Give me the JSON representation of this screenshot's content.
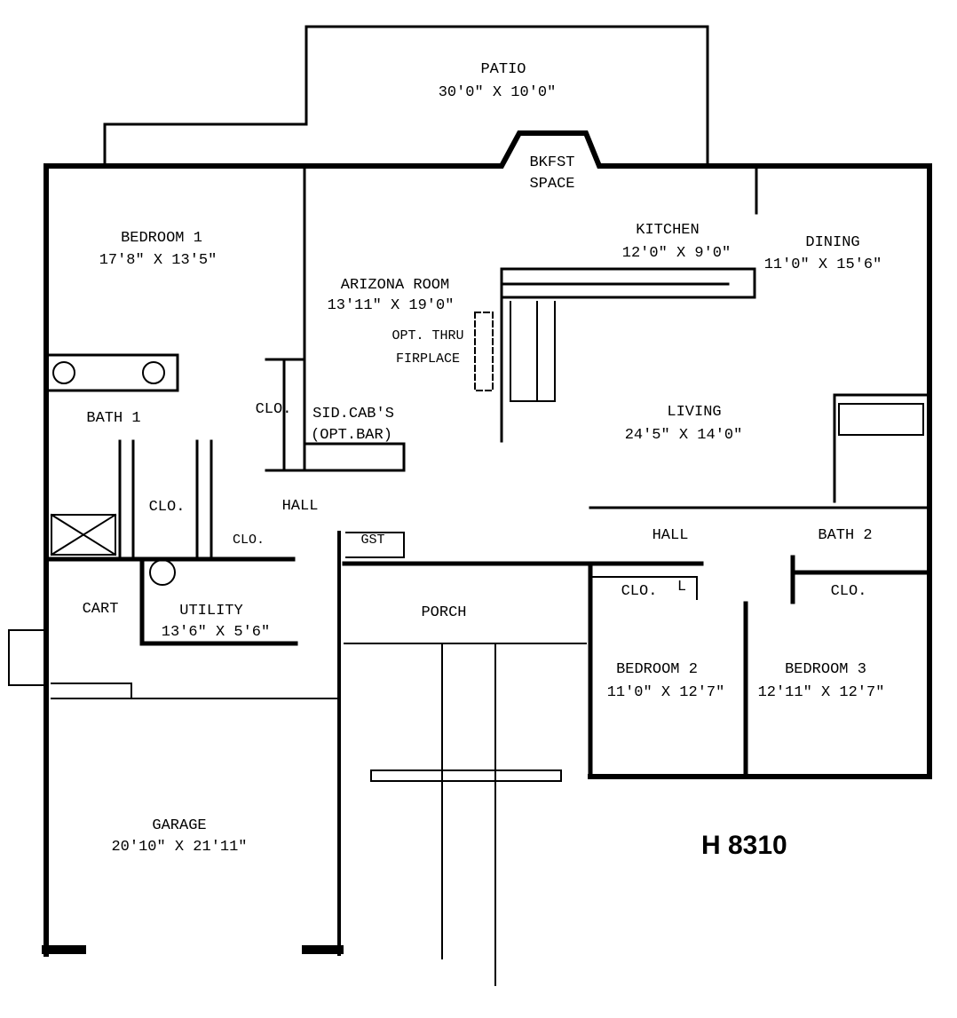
{
  "plan_code": "H 8310",
  "rooms": {
    "patio": {
      "name": "PATIO",
      "size": "30'0\" X 10'0\""
    },
    "bkfst": {
      "line1": "BKFST",
      "line2": "SPACE"
    },
    "bedroom1": {
      "name": "BEDROOM 1",
      "size": "17'8\" X 13'5\""
    },
    "arizona": {
      "name": "ARIZONA ROOM",
      "size": "13'11\" X 19'0\""
    },
    "fireplace": {
      "line1": "OPT. THRU",
      "line2": "FIRPLACE"
    },
    "kitchen": {
      "name": "KITCHEN",
      "size": "12'0\" X 9'0\""
    },
    "dining": {
      "name": "DINING",
      "size": "11'0\" X 15'6\""
    },
    "living": {
      "name": "LIVING",
      "size": "24'5\" X 14'0\""
    },
    "bath1": {
      "name": "BATH 1"
    },
    "clo_bed1": "CLO.",
    "clo_bath1": "CLO.",
    "clo_hall": "CLO.",
    "sidecab": {
      "line1": "SID.CAB'S",
      "line2": "(OPT.BAR)"
    },
    "hall_left": "HALL",
    "gst": "GST",
    "hall_right": "HALL",
    "bath2": {
      "name": "BATH 2"
    },
    "cart": "CART",
    "utility": {
      "name": "UTILITY",
      "size": "13'6\" X 5'6\""
    },
    "porch": "PORCH",
    "clo_bed2": "CLO.",
    "linen": "L",
    "clo_bed3": "CLO.",
    "bedroom2": {
      "name": "BEDROOM 2",
      "size": "11'0\" X 12'7\""
    },
    "bedroom3": {
      "name": "BEDROOM 3",
      "size": "12'11\" X 12'7\""
    },
    "garage": {
      "name": "GARAGE",
      "size": "20'10\" X 21'11\""
    }
  }
}
